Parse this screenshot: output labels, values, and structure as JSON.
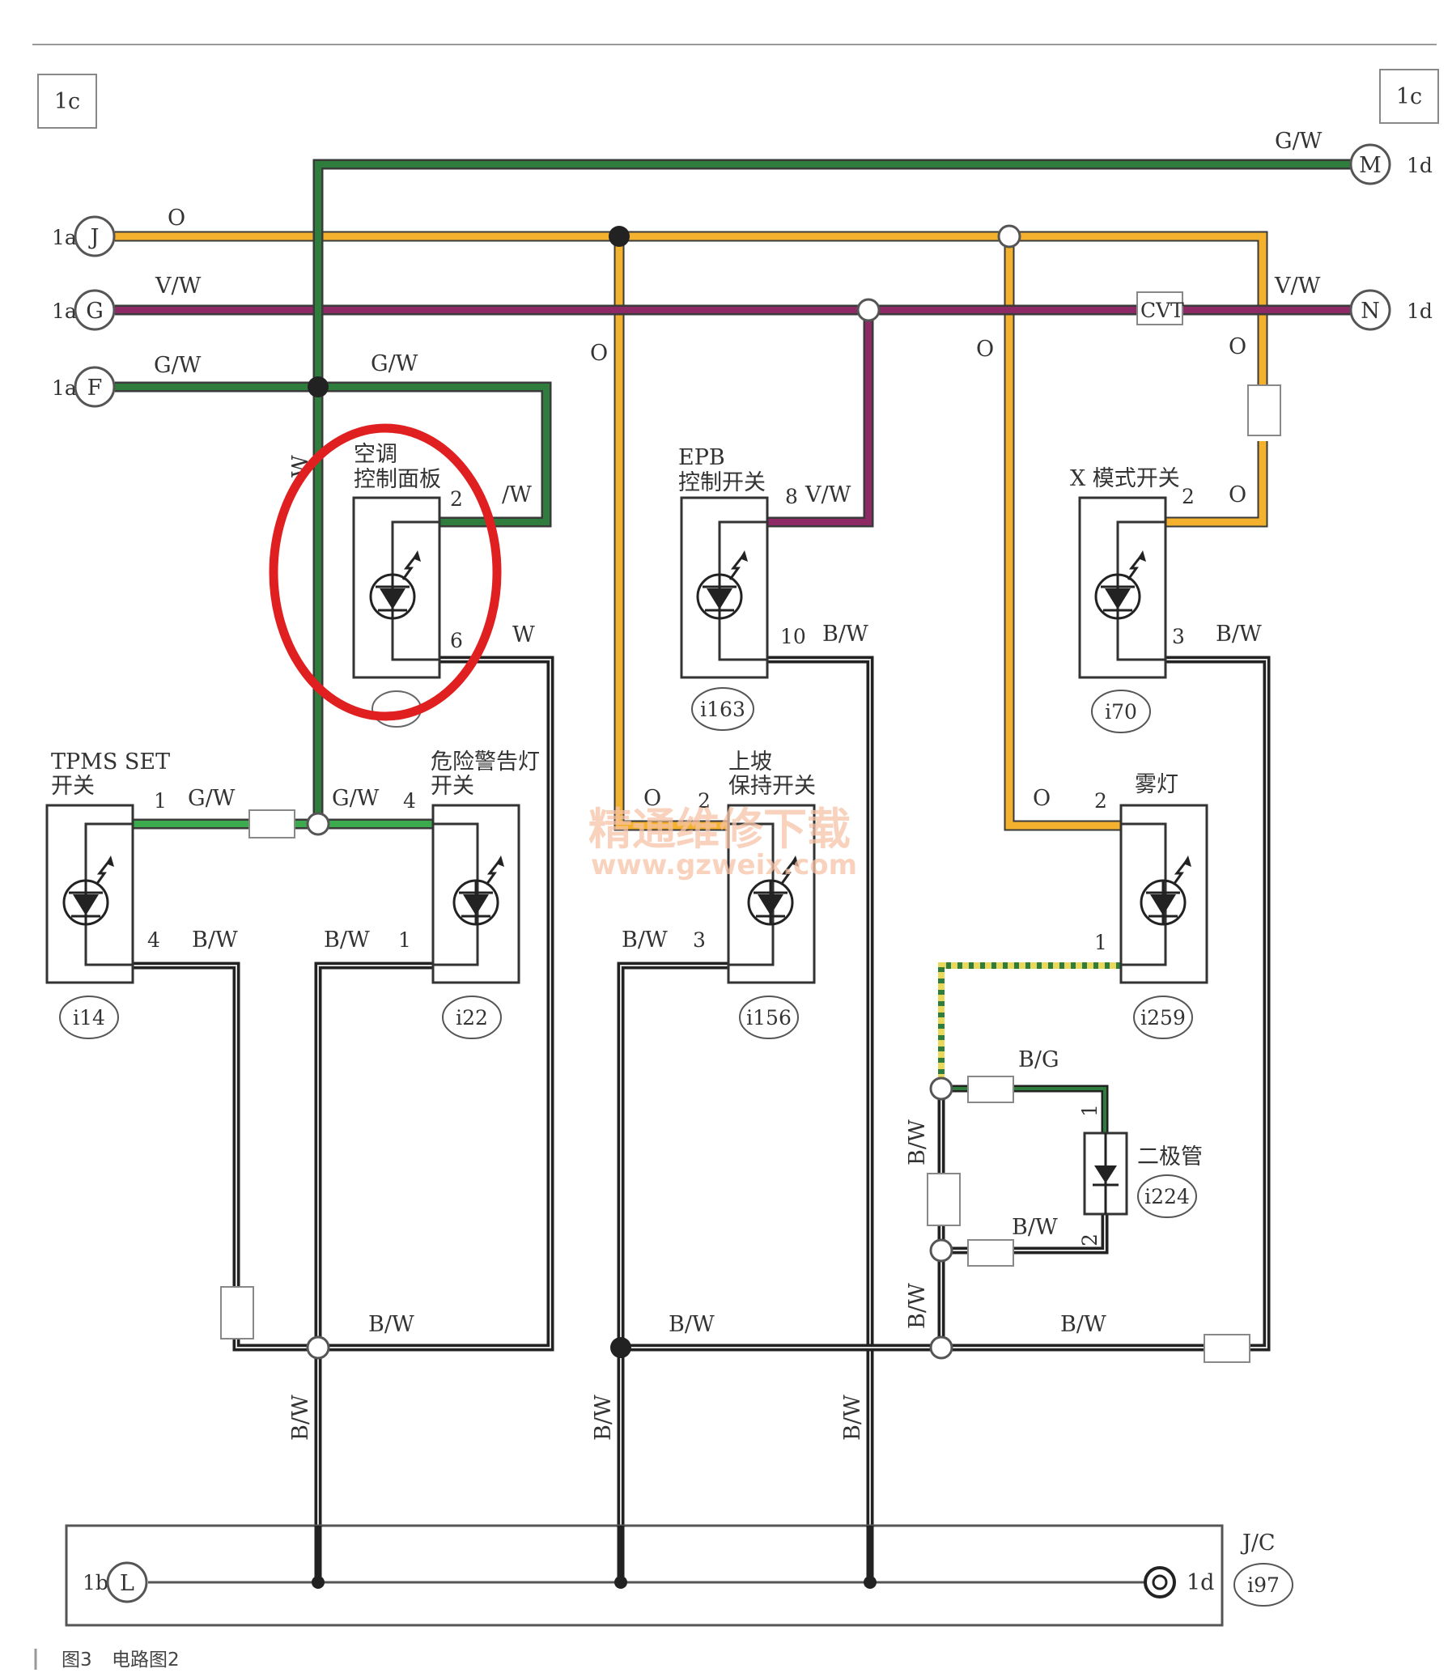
{
  "colors": {
    "orange": "#f3b12d",
    "green": "#2f7d3c",
    "violet": "#8d2a66",
    "black": "#222222",
    "highlight_circle": "#e02020",
    "watermark": "#f6c3a6"
  },
  "page_refs": {
    "top_left": "1c",
    "top_right": "1c"
  },
  "left_terminals": [
    {
      "prefix": "1a",
      "letter": "J"
    },
    {
      "prefix": "1a",
      "letter": "G"
    },
    {
      "prefix": "1a",
      "letter": "F"
    }
  ],
  "right_terminals": [
    {
      "letter": "M",
      "suffix": "1d"
    },
    {
      "letter": "N",
      "suffix": "1d"
    }
  ],
  "ground_terminal": {
    "prefix": "1b",
    "letter": "L"
  },
  "ground_point": {
    "label": "1d"
  },
  "jc": {
    "label": "J/C",
    "id": "i97"
  },
  "wire_colors": {
    "o": "O",
    "vw": "V/W",
    "gw": "G/W",
    "bw": "B/W",
    "bg": "B/G",
    "cvt": "CVT",
    "w": "W",
    "w_vw": "/W"
  },
  "components": {
    "ac_panel": {
      "name_line1": "空调",
      "name_line2": "控制面板",
      "pin_top": "2",
      "pin_bottom": "6"
    },
    "epb": {
      "name_line1": "EPB",
      "name_line2": "控制开关",
      "pin_top": "8",
      "pin_bottom": "10",
      "id": "i163"
    },
    "xmode": {
      "name": "X 模式开关",
      "pin_top": "2",
      "pin_bottom": "3",
      "id": "i70"
    },
    "tpms": {
      "name_line1": "TPMS SET",
      "name_line2": "开关",
      "pin_top": "1",
      "pin_bottom": "4",
      "id": "i14"
    },
    "hazard": {
      "name_line1": "危险警告灯",
      "name_line2": "开关",
      "pin_top": "4",
      "pin_bottom": "1",
      "id": "i22"
    },
    "hill": {
      "name_line1": "上坡",
      "name_line2": "保持开关",
      "pin_top": "2",
      "pin_bottom": "3",
      "id": "i156"
    },
    "fog": {
      "name": "雾灯",
      "pin_top": "2",
      "pin_bottom": "1",
      "id": "i259"
    },
    "diode": {
      "name": "二极管",
      "pin_top": "1",
      "pin_bottom": "2",
      "id": "i224"
    }
  },
  "watermark": {
    "line1": "精通维修下载",
    "line2": "www.gzweix.com"
  },
  "caption": {
    "figure": "图3",
    "title": "电路图2"
  }
}
